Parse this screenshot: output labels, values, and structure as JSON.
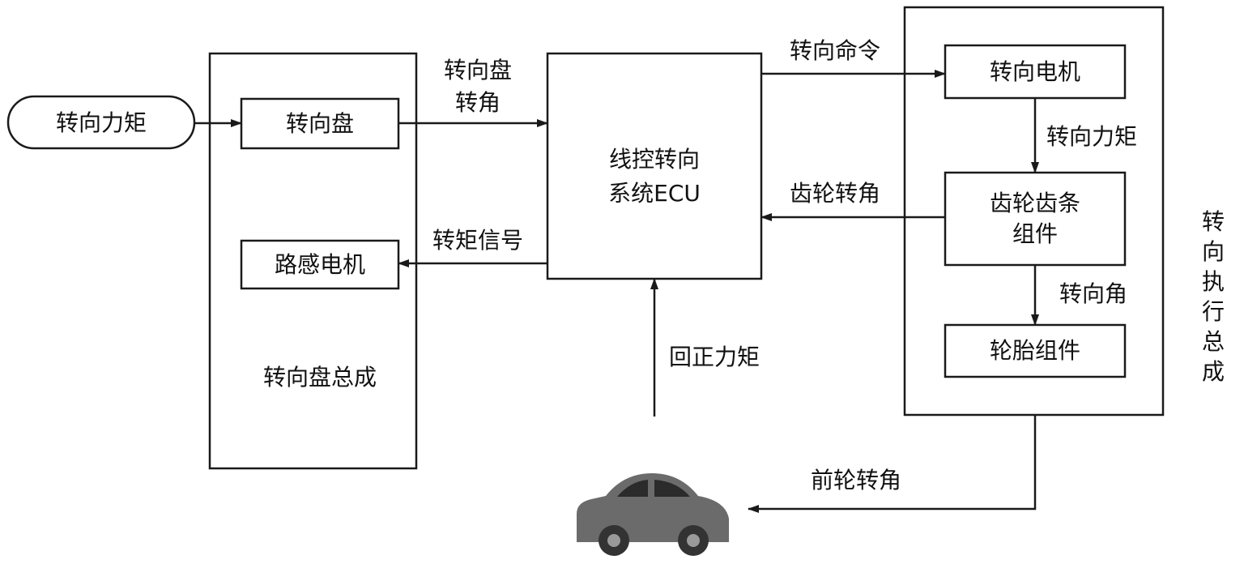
{
  "nodes": {
    "steering_torque_input": "转向力矩",
    "steering_wheel": "转向盘",
    "road_feel_motor": "路感电机",
    "steering_wheel_assembly": "转向盘总成",
    "ecu_line1": "线控转向",
    "ecu_line2": "系统ECU",
    "steering_motor": "转向电机",
    "rack_pinion_line1": "齿轮齿条",
    "rack_pinion_line2": "组件",
    "tire_assembly": "轮胎组件",
    "actuator_assembly_chars": [
      "转",
      "向",
      "执",
      "行",
      "总",
      "成"
    ]
  },
  "edges": {
    "wheel_angle_line1": "转向盘",
    "wheel_angle_line2": "转角",
    "torque_signal": "转矩信号",
    "steering_command": "转向命令",
    "gear_angle": "齿轮转角",
    "motor_torque": "转向力矩",
    "steering_angle": "转向角",
    "aligning_torque": "回正力矩",
    "front_wheel_angle": "前轮转角"
  },
  "colors": {
    "stroke": "#1a1a1a",
    "car_body": "#6b6b6b",
    "car_window": "#2b2b2b",
    "car_wheel": "#333333"
  }
}
